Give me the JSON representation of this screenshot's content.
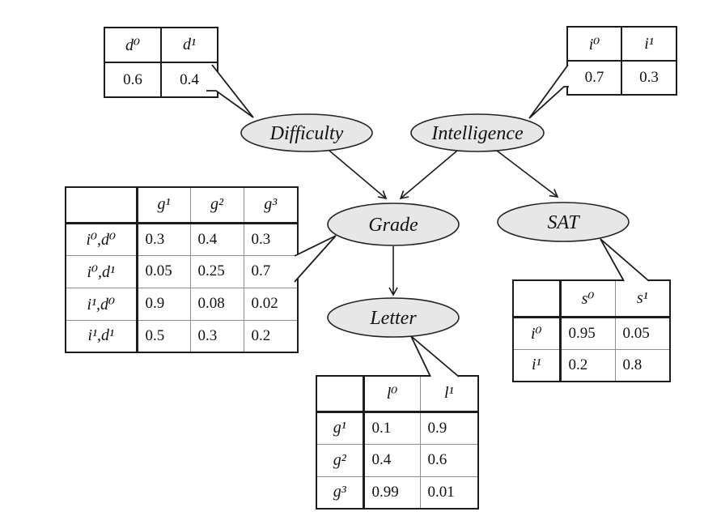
{
  "figure": {
    "kind": "bayesian-network-with-cpds",
    "colors": {
      "node_fill": "#e7e7e7",
      "node_stroke": "#222222",
      "edge_line": "#1c1c1c",
      "table_border": "#1c1c1c",
      "table_grid": "#8f8f8f",
      "background": "#ffffff"
    }
  },
  "nodes": {
    "difficulty": {
      "label": "Difficulty"
    },
    "intelligence": {
      "label": "Intelligence"
    },
    "grade": {
      "label": "Grade"
    },
    "sat": {
      "label": "SAT"
    },
    "letter": {
      "label": "Letter"
    }
  },
  "edges": [
    {
      "from": "Difficulty",
      "to": "Grade"
    },
    {
      "from": "Intelligence",
      "to": "Grade"
    },
    {
      "from": "Intelligence",
      "to": "SAT"
    },
    {
      "from": "Grade",
      "to": "Letter"
    }
  ],
  "tables": {
    "difficulty": {
      "headers": [
        "d⁰",
        "d¹"
      ],
      "rows": [
        [
          "0.6",
          "0.4"
        ]
      ]
    },
    "intelligence": {
      "headers": [
        "i⁰",
        "i¹"
      ],
      "rows": [
        [
          "0.7",
          "0.3"
        ]
      ]
    },
    "grade": {
      "headers": [
        "",
        "g¹",
        "g²",
        "g³"
      ],
      "rows": [
        [
          "i⁰,d⁰",
          "0.3",
          "0.4",
          "0.3"
        ],
        [
          "i⁰,d¹",
          "0.05",
          "0.25",
          "0.7"
        ],
        [
          "i¹,d⁰",
          "0.9",
          "0.08",
          "0.02"
        ],
        [
          "i¹,d¹",
          "0.5",
          "0.3",
          "0.2"
        ]
      ]
    },
    "sat": {
      "headers": [
        "",
        "s⁰",
        "s¹"
      ],
      "rows": [
        [
          "i⁰",
          "0.95",
          "0.05"
        ],
        [
          "i¹",
          "0.2",
          "0.8"
        ]
      ]
    },
    "letter": {
      "headers": [
        "",
        "l⁰",
        "l¹"
      ],
      "rows": [
        [
          "g¹",
          "0.1",
          "0.9"
        ],
        [
          "g²",
          "0.4",
          "0.6"
        ],
        [
          "g³",
          "0.99",
          "0.01"
        ]
      ]
    }
  }
}
